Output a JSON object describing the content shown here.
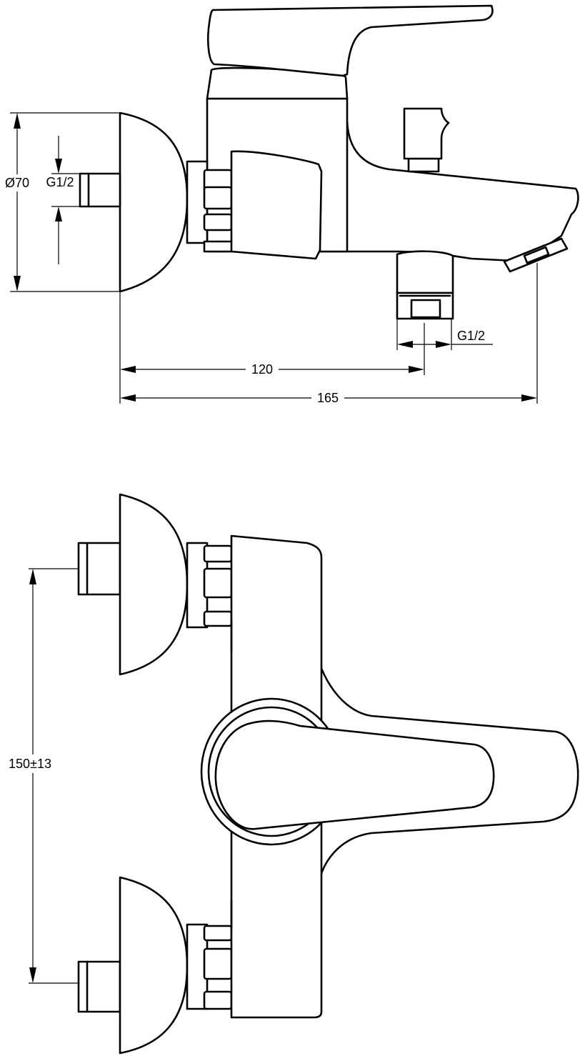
{
  "dimensions": {
    "diameter": "Ø70",
    "inlet_thread": "G1/2",
    "outlet_thread": "G1/2",
    "outlet_distance": "120",
    "total_depth": "165",
    "center_distance": "150±13"
  },
  "colors": {
    "line": "#000000",
    "background": "#ffffff"
  }
}
